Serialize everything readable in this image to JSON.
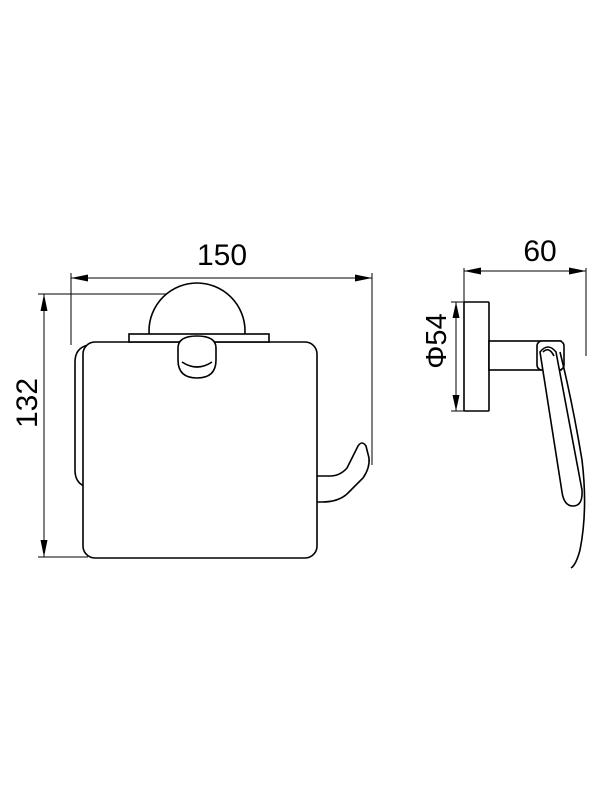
{
  "front_view": {
    "width_dimension": "150",
    "height_dimension": "132"
  },
  "side_view": {
    "depth_dimension": "60",
    "base_diameter_dimension": "Φ54"
  },
  "colors": {
    "line": "#000000",
    "background": "#ffffff"
  }
}
